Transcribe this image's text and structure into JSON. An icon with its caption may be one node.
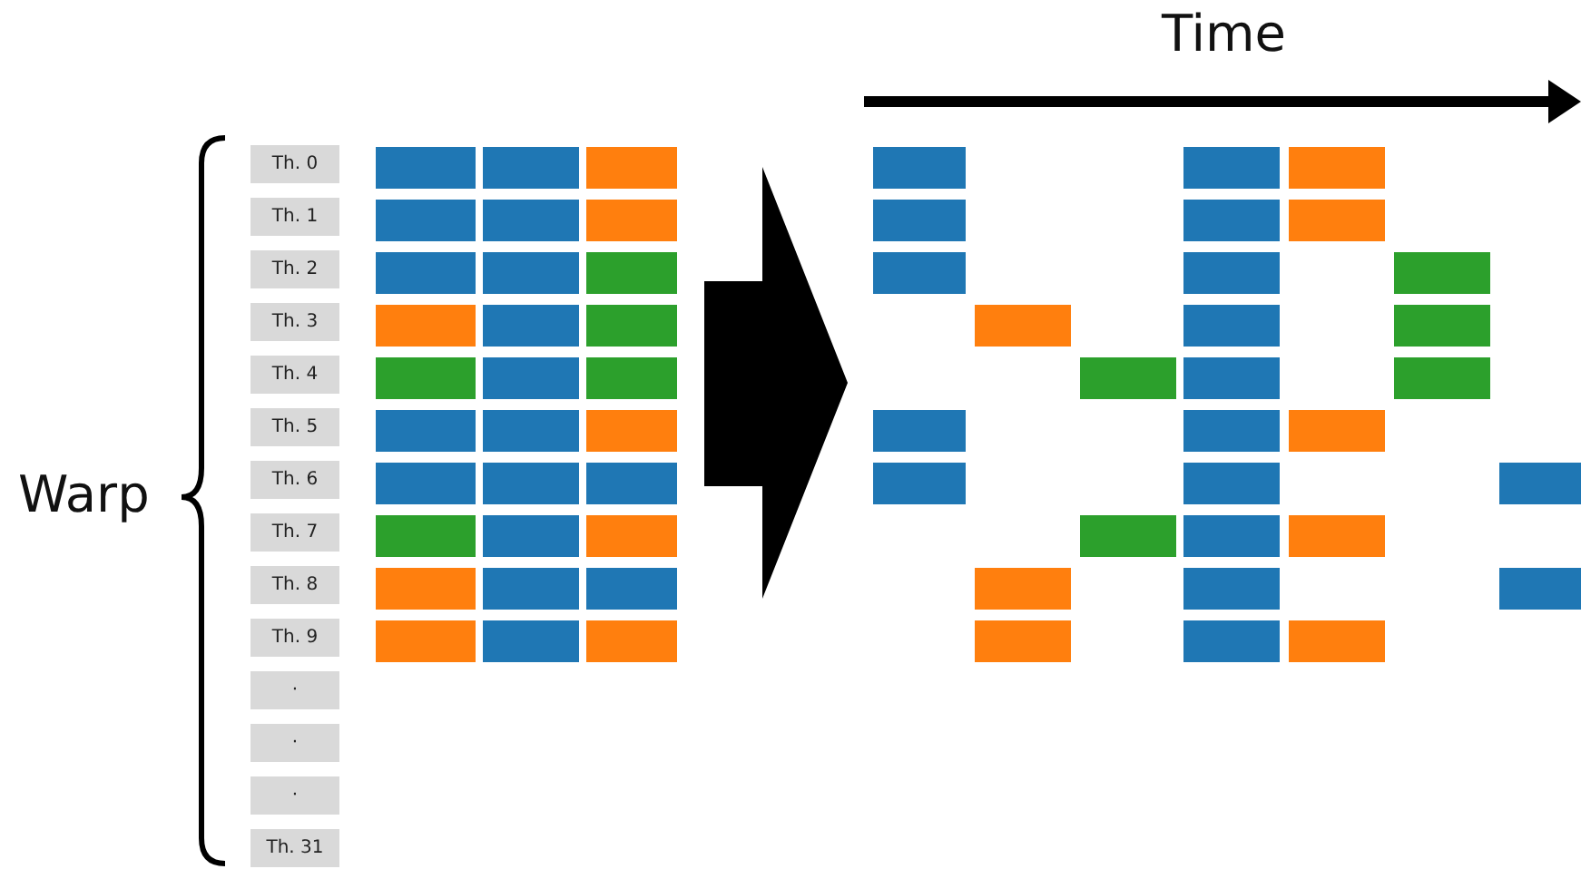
{
  "diagram": {
    "nodes": [
      {
        "text": [
          "Th. 0"
        ]
      },
      {
        "text": [
          "Th. 1"
        ]
      },
      {
        "text": [
          "Th. 2"
        ]
      },
      {
        "text": [
          "Th. 3"
        ]
      },
      {
        "text": [
          "Th. 4"
        ]
      },
      {
        "text": [
          "Th. 5"
        ]
      },
      {
        "text": [
          "Th. 6"
        ]
      },
      {
        "text": [
          "Th. 7"
        ]
      },
      {
        "text": [
          "Th. 8"
        ]
      },
      {
        "text": [
          "Th. 9"
        ]
      },
      {
        "text": [
          "·"
        ]
      },
      {
        "text": [
          "·"
        ]
      },
      {
        "text": [
          "·"
        ]
      },
      {
        "text": [
          "Th. 31"
        ]
      }
    ],
    "edges": [],
    "labels": [
      "Time",
      "Warp"
    ]
  }
}
